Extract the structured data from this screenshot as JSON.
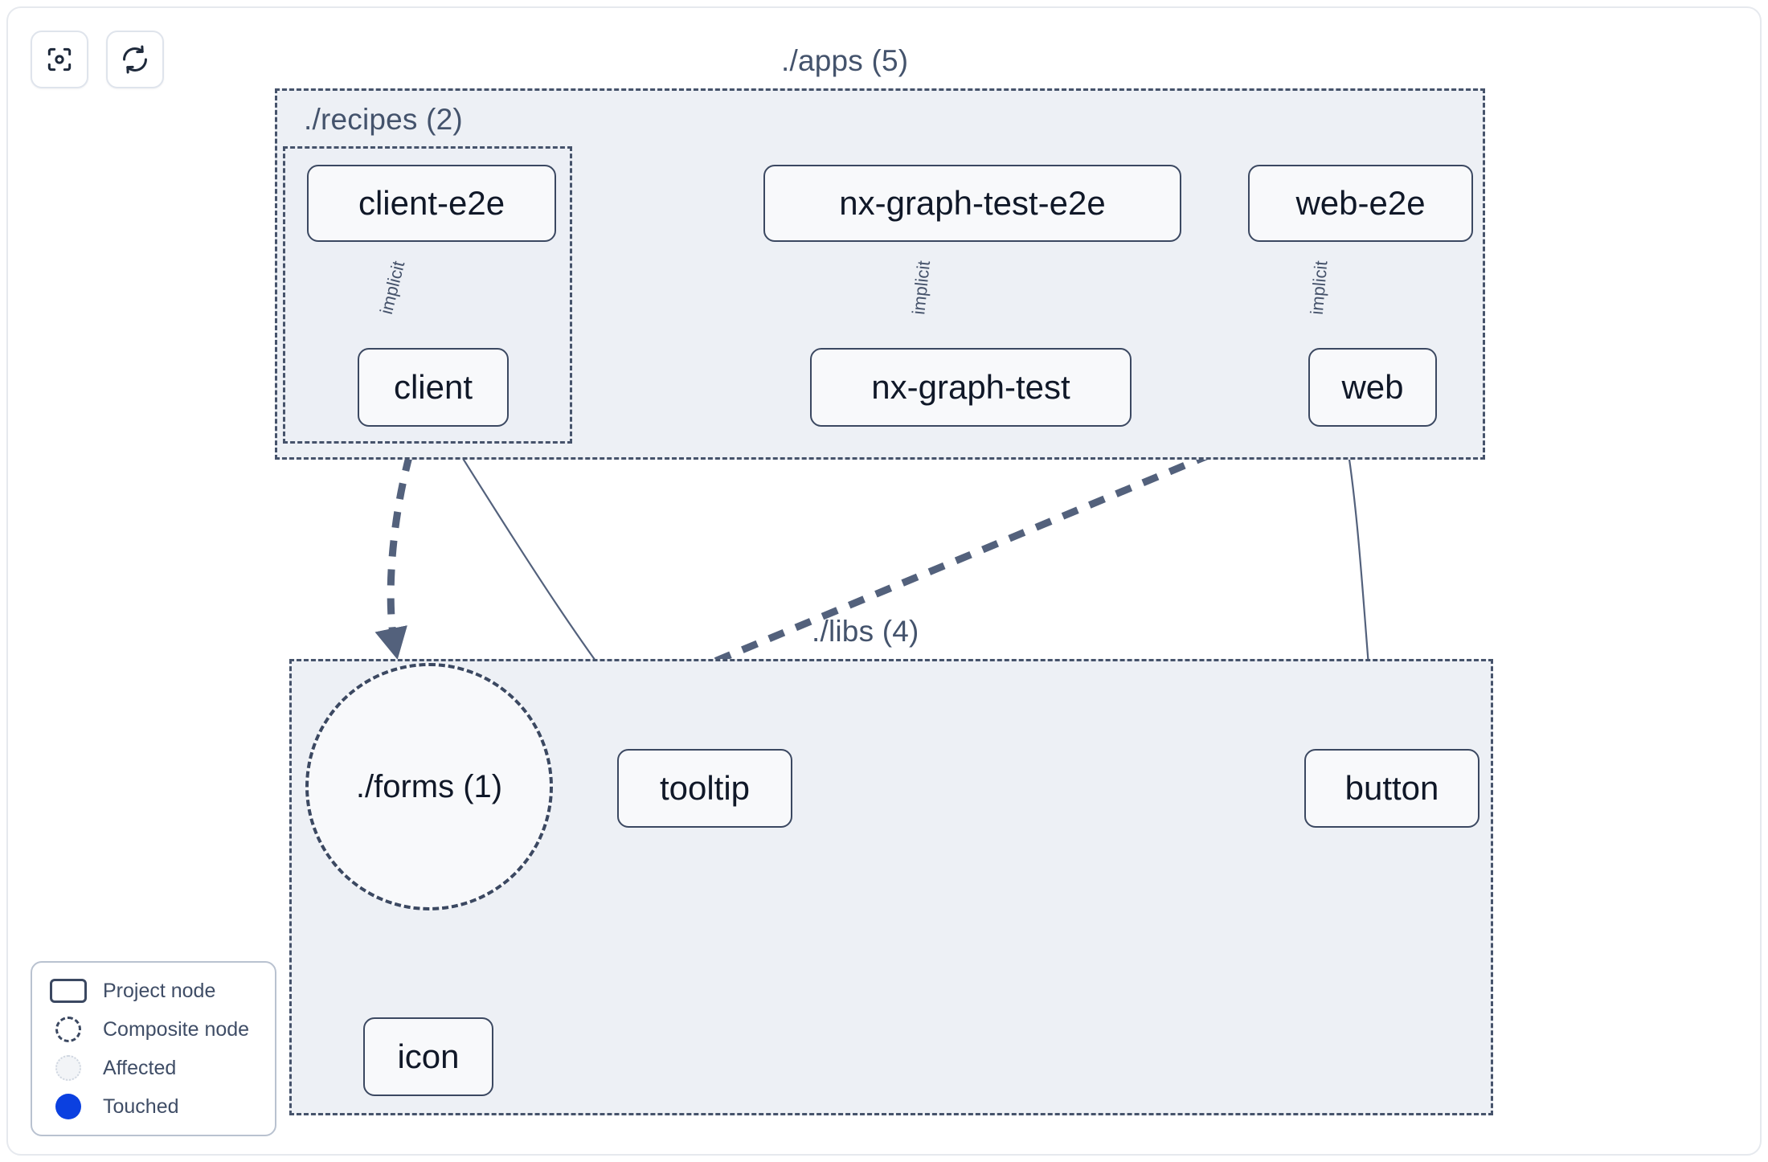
{
  "toolbar": {
    "buttons": [
      {
        "name": "focus-graph-button",
        "icon": "focus-target-icon",
        "label": "Focus graph"
      },
      {
        "name": "refresh-graph-button",
        "icon": "refresh-icon",
        "label": "Refresh graph"
      }
    ]
  },
  "groups": [
    {
      "id": "apps",
      "label": "./apps (5)",
      "count": 5
    },
    {
      "id": "recipes",
      "label": "./recipes (2)",
      "count": 2
    },
    {
      "id": "libs",
      "label": "./libs (4)",
      "count": 4
    }
  ],
  "nodes": [
    {
      "id": "client-e2e",
      "label": "client-e2e",
      "type": "project",
      "group": "recipes"
    },
    {
      "id": "nx-graph-test-e2e",
      "label": "nx-graph-test-e2e",
      "type": "project",
      "group": "apps"
    },
    {
      "id": "web-e2e",
      "label": "web-e2e",
      "type": "project",
      "group": "apps"
    },
    {
      "id": "client",
      "label": "client",
      "type": "project",
      "group": "recipes"
    },
    {
      "id": "nx-graph-test",
      "label": "nx-graph-test",
      "type": "project",
      "group": "apps"
    },
    {
      "id": "web",
      "label": "web",
      "type": "project",
      "group": "apps"
    },
    {
      "id": "forms",
      "label": "./forms (1)",
      "type": "composite",
      "group": "libs"
    },
    {
      "id": "tooltip",
      "label": "tooltip",
      "type": "project",
      "group": "libs"
    },
    {
      "id": "button",
      "label": "button",
      "type": "project",
      "group": "libs"
    },
    {
      "id": "icon",
      "label": "icon",
      "type": "project",
      "group": "libs"
    }
  ],
  "edges": [
    {
      "from": "client-e2e",
      "to": "client",
      "label": "implicit",
      "style": "solid"
    },
    {
      "from": "nx-graph-test-e2e",
      "to": "nx-graph-test",
      "label": "implicit",
      "style": "solid"
    },
    {
      "from": "web-e2e",
      "to": "web",
      "label": "implicit",
      "style": "solid"
    },
    {
      "from": "client",
      "to": "forms",
      "label": "",
      "style": "dashed"
    },
    {
      "from": "client",
      "to": "tooltip",
      "label": "",
      "style": "solid"
    },
    {
      "from": "web",
      "to": "forms",
      "label": "",
      "style": "dashed"
    },
    {
      "from": "web",
      "to": "button",
      "label": "",
      "style": "solid"
    },
    {
      "from": "forms",
      "to": "icon",
      "label": "",
      "style": "dashed"
    }
  ],
  "legend": {
    "items": [
      {
        "marker": "project-node-marker",
        "label": "Project node"
      },
      {
        "marker": "composite-node-marker",
        "label": "Composite node"
      },
      {
        "marker": "affected-marker",
        "label": "Affected"
      },
      {
        "marker": "touched-marker",
        "label": "Touched"
      }
    ]
  },
  "colors": {
    "group_fill": "#edf0f5",
    "group_border": "#46536b",
    "node_fill": "#f8f9fb",
    "node_border": "#3b4861",
    "edge": "#53617c",
    "text": "#101828",
    "touched": "#0b40e0",
    "page_bg": "#ffffff"
  }
}
